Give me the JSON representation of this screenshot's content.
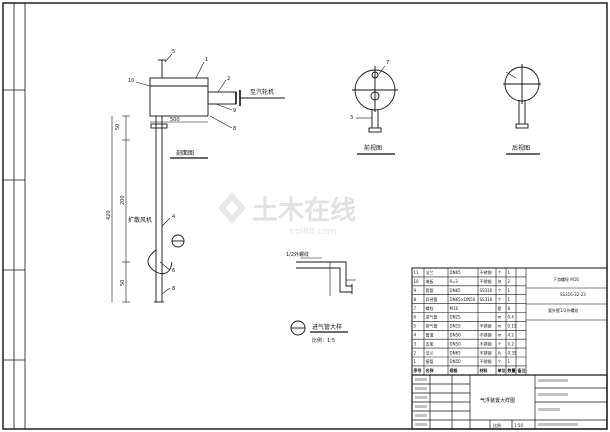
{
  "views": {
    "section": "剖面图",
    "front": "前视图",
    "side": "后视图",
    "detail_title": "进气管大样",
    "detail_scale": "比例：1:5"
  },
  "annotations": {
    "outlet": "至汽轮机",
    "support": "扩散风机",
    "nut": "1/2外螺纹"
  },
  "dimensions": {
    "d500": "500",
    "d50": "50",
    "d200": "200",
    "d420": "420",
    "d50b": "50"
  },
  "balloons": [
    "1",
    "2",
    "3",
    "4",
    "5",
    "6",
    "7",
    "8",
    "9",
    "10"
  ],
  "watermark": {
    "text": "土木在线",
    "url": "coi88.com"
  },
  "bom": {
    "rows": [
      [
        "11",
        "法兰",
        "DN65",
        "不锈钢",
        "个",
        "1"
      ],
      [
        "10",
        "堵板",
        "δ=3",
        "不锈钢",
        "块",
        "2"
      ],
      [
        "9",
        "套管",
        "DN65",
        "SS316",
        "个",
        "1"
      ],
      [
        "8",
        "异径管",
        "DN65×DN50",
        "SS316",
        "个",
        "1"
      ],
      [
        "7",
        "螺栓",
        "M16",
        "",
        "套",
        "8"
      ],
      [
        "6",
        "进气管",
        "DN25",
        "",
        "m",
        "0.4"
      ],
      [
        "5",
        "排气管",
        "DN15",
        "不锈钢",
        "m",
        "0.15"
      ],
      [
        "4",
        "管道",
        "DN50",
        "不锈钢",
        "m",
        "4.2"
      ],
      [
        "3",
        "支架",
        "DN50",
        "不锈钢",
        "个",
        "0.2"
      ],
      [
        "2",
        "法兰",
        "DN65",
        "不锈钢",
        "片",
        "0.35"
      ],
      [
        "1",
        "接管",
        "DN50",
        "不锈钢",
        "个",
        "1"
      ]
    ],
    "headers": [
      "序号",
      "名称",
      "规格",
      "材料",
      "单位",
      "数量",
      "备注"
    ],
    "notes": [
      "下游螺栓 M16",
      "SS316-32-23",
      "管外壁1/2外螺纹"
    ]
  },
  "titleblock": {
    "drawing_title": "气浮装置大样图",
    "scale_label": "比例",
    "scale_value": "1:50"
  }
}
